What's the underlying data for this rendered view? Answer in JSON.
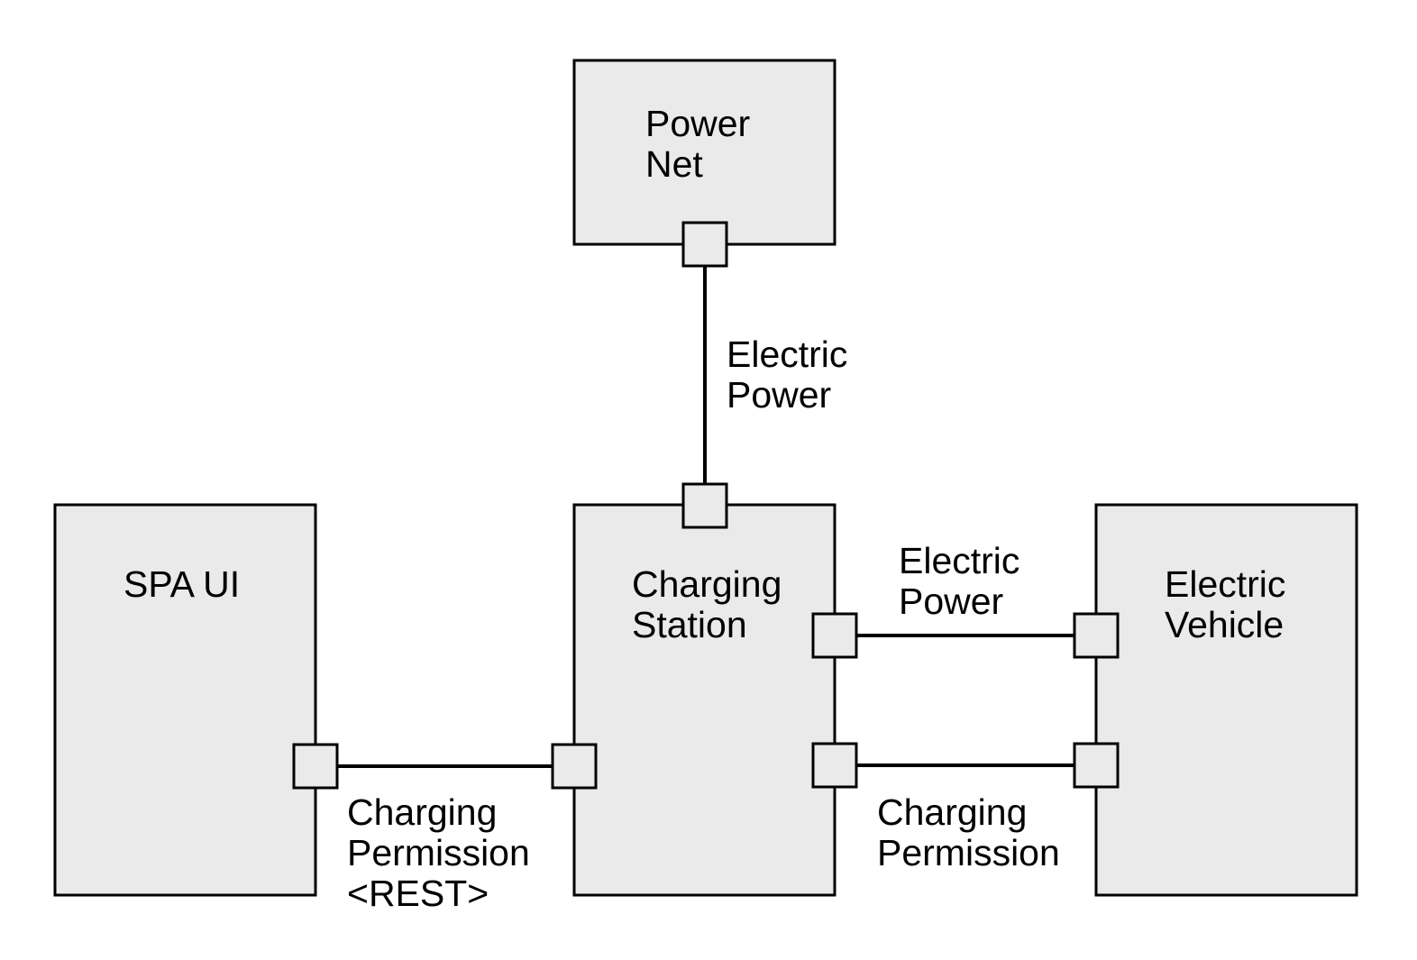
{
  "blocks": {
    "power_net": {
      "line1": "Power",
      "line2": "Net"
    },
    "spa_ui": {
      "line1": "SPA UI"
    },
    "charging_station": {
      "line1": "Charging",
      "line2": "Station"
    },
    "electric_vehicle": {
      "line1": "Electric",
      "line2": "Vehicle"
    }
  },
  "connections": {
    "net_to_station": {
      "line1": "Electric",
      "line2": "Power"
    },
    "station_to_vehicle_power": {
      "line1": "Electric",
      "line2": "Power"
    },
    "spa_to_station": {
      "line1": "Charging",
      "line2": "Permission",
      "line3": "<REST>"
    },
    "station_to_vehicle_permission": {
      "line1": "Charging",
      "line2": "Permission"
    }
  },
  "colors": {
    "block_fill": "#eaeaea",
    "stroke": "#000000"
  }
}
